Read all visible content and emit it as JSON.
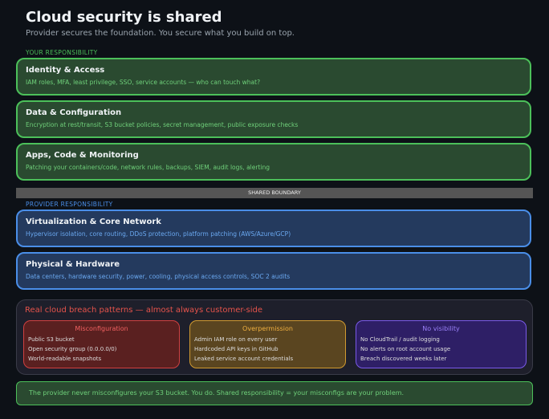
{
  "title": "Cloud security is shared",
  "subtitle": "Provider secures the foundation. You secure what you build on top.",
  "your_label": "YOUR RESPONSIBILITY",
  "your_cards": [
    {
      "title": "Identity & Access",
      "desc": "IAM roles, MFA, least privilege, SSO, service accounts — who can touch what?"
    },
    {
      "title": "Data & Configuration",
      "desc": "Encryption at rest/transit, S3 bucket policies, secret management, public exposure checks"
    },
    {
      "title": "Apps, Code & Monitoring",
      "desc": "Patching your containers/code, network rules, backups, SIEM, audit logs, alerting"
    }
  ],
  "boundary": "SHARED BOUNDARY",
  "provider_label": "PROVIDER RESPONSIBILITY",
  "provider_cards": [
    {
      "title": "Virtualization & Core Network",
      "desc": "Hypervisor isolation, core routing, DDoS protection, platform patching (AWS/Azure/GCP)"
    },
    {
      "title": "Physical & Hardware",
      "desc": "Data centers, hardware security, power, cooling, physical access controls, SOC 2 audits"
    }
  ],
  "breach": {
    "title": "Real cloud breach patterns — almost always customer-side",
    "boxes": [
      {
        "title": "Misconfiguration",
        "items": [
          "Public S3 bucket",
          "Open security group (0.0.0.0/0)",
          "World-readable snapshots"
        ]
      },
      {
        "title": "Overpermission",
        "items": [
          "Admin IAM role on every user",
          "Hardcoded API keys in GitHub",
          "Leaked service account credentials"
        ]
      },
      {
        "title": "No visibility",
        "items": [
          "No CloudTrail / audit logging",
          "No alerts on root account usage",
          "Breach discovered weeks later"
        ]
      }
    ]
  },
  "footer": "The provider never misconfigures your S3 bucket. You do. Shared responsibility = your misconfigs are your problem.",
  "colors": {
    "green": "#4cc05a",
    "blue": "#4a8ee8",
    "red": "#e5534b",
    "orange": "#e0a030",
    "purple": "#8a6af0"
  }
}
